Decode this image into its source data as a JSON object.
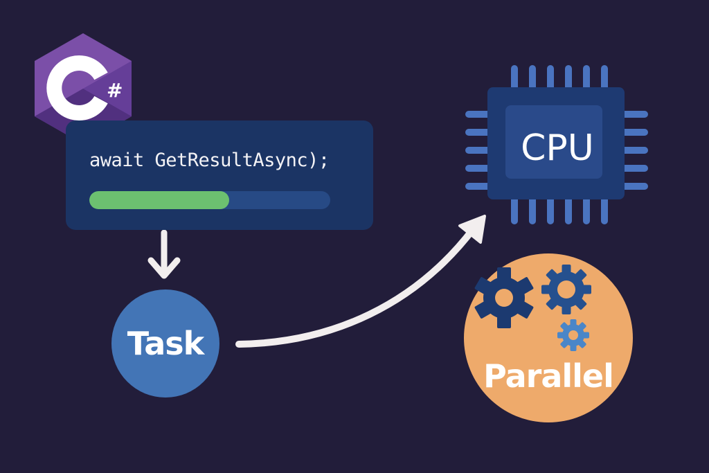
{
  "logo": {
    "language": "C#",
    "icon": "csharp-logo-icon"
  },
  "code_card": {
    "code": "await GetResultAsync);",
    "progress": 0.58,
    "progress_color": "#6cc070"
  },
  "task": {
    "label": "Task",
    "color": "#4375b6"
  },
  "cpu": {
    "label": "CPU",
    "icon": "cpu-chip-icon",
    "color": "#1e3a72"
  },
  "parallel": {
    "label": "Parallel",
    "icon": "gears-icon",
    "color": "#eeaa6b"
  },
  "colors": {
    "background": "#221d3a",
    "arrow": "#f2eeee"
  }
}
